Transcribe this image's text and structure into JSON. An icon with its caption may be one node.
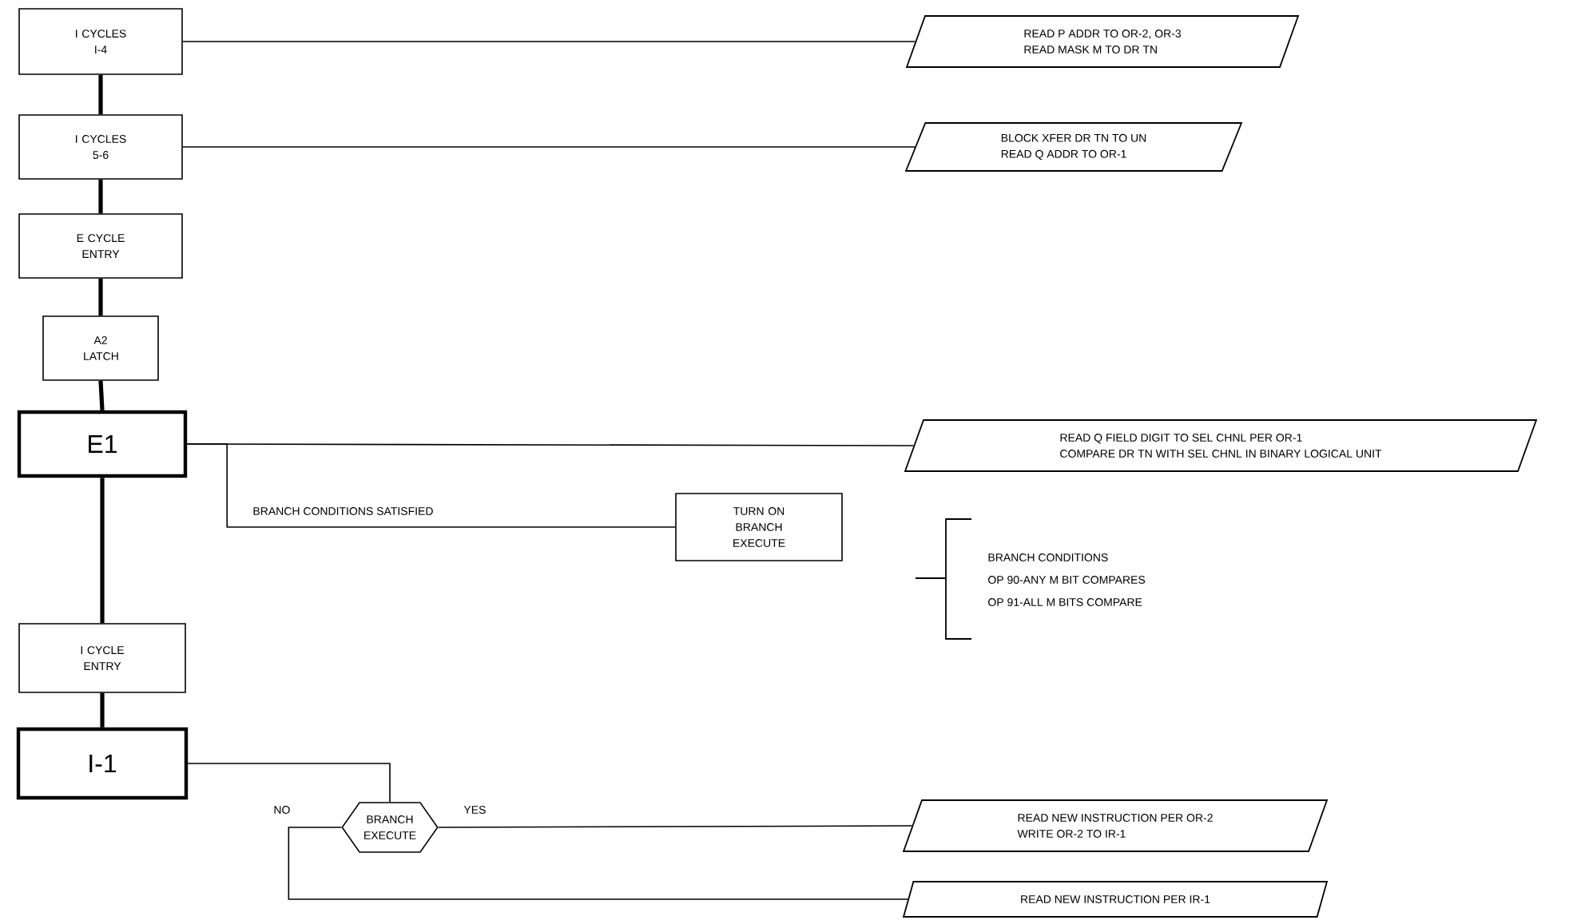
{
  "diagram": {
    "nodes": [
      {
        "text": [
          "I CYCLES I-4"
        ]
      },
      {
        "text": [
          "READ P ADDR TO OR-2, OR-3",
          "READ MASK M TO DR TN"
        ]
      },
      {
        "text": [
          "I CYCLES 5-6"
        ]
      },
      {
        "text": [
          "BLOCK XFER DR TN TO UN",
          "READ Q ADDR TO OR-1"
        ]
      },
      {
        "text": [
          "E CYCLE ENTRY"
        ]
      },
      {
        "text": [
          "A2 LATCH"
        ]
      },
      {
        "text": [
          "E1"
        ]
      },
      {
        "text": [
          "READ Q FIELD DIGIT TO SEL CHNL PER OR-1",
          "COMPARE DR TN WITH SEL CHNL IN BINARY LOGICAL UNIT"
        ]
      },
      {
        "text": [
          "TURN ON BRANCH EXECUTE"
        ]
      },
      {
        "text": [
          "I CYCLE ENTRY"
        ]
      },
      {
        "text": [
          "I-1"
        ]
      },
      {
        "text": [
          "BRANCH EXECUTE"
        ]
      },
      {
        "text": [
          "READ NEW INSTRUCTION PER OR-2",
          "WRITE OR-2 TO IR-1"
        ]
      },
      {
        "text": [
          "READ NEW INSTRUCTION PER IR-1"
        ]
      }
    ],
    "edges": [
      {
        "from": 0,
        "to": 1,
        "arrow": "none"
      },
      {
        "from": 0,
        "to": 2,
        "arrow": "none",
        "style": "thick"
      },
      {
        "from": 2,
        "to": 3,
        "arrow": "none"
      },
      {
        "from": 2,
        "to": 4,
        "arrow": "none",
        "style": "thick"
      },
      {
        "from": 4,
        "to": 5,
        "arrow": "none",
        "style": "thick"
      },
      {
        "from": 5,
        "to": 6,
        "arrow": "none",
        "style": "thick"
      },
      {
        "from": 6,
        "to": 7,
        "arrow": "none"
      },
      {
        "from": 6,
        "to": 8,
        "arrow": "none",
        "label": "BRANCH CONDITIONS SATISFIED"
      },
      {
        "from": 6,
        "to": 9,
        "arrow": "none",
        "style": "thick"
      },
      {
        "from": 9,
        "to": 10,
        "arrow": "none",
        "style": "thick"
      },
      {
        "from": 10,
        "to": 11,
        "arrow": "none"
      },
      {
        "from": 11,
        "to": 12,
        "arrow": "none",
        "label": "YES"
      },
      {
        "from": 11,
        "to": 13,
        "arrow": "none",
        "label": "NO"
      }
    ],
    "labels": [
      "BRANCH CONDITIONS",
      "OP 90-ANY M BIT COMPARES",
      "OP 91-ALL M BITS COMPARE"
    ]
  }
}
